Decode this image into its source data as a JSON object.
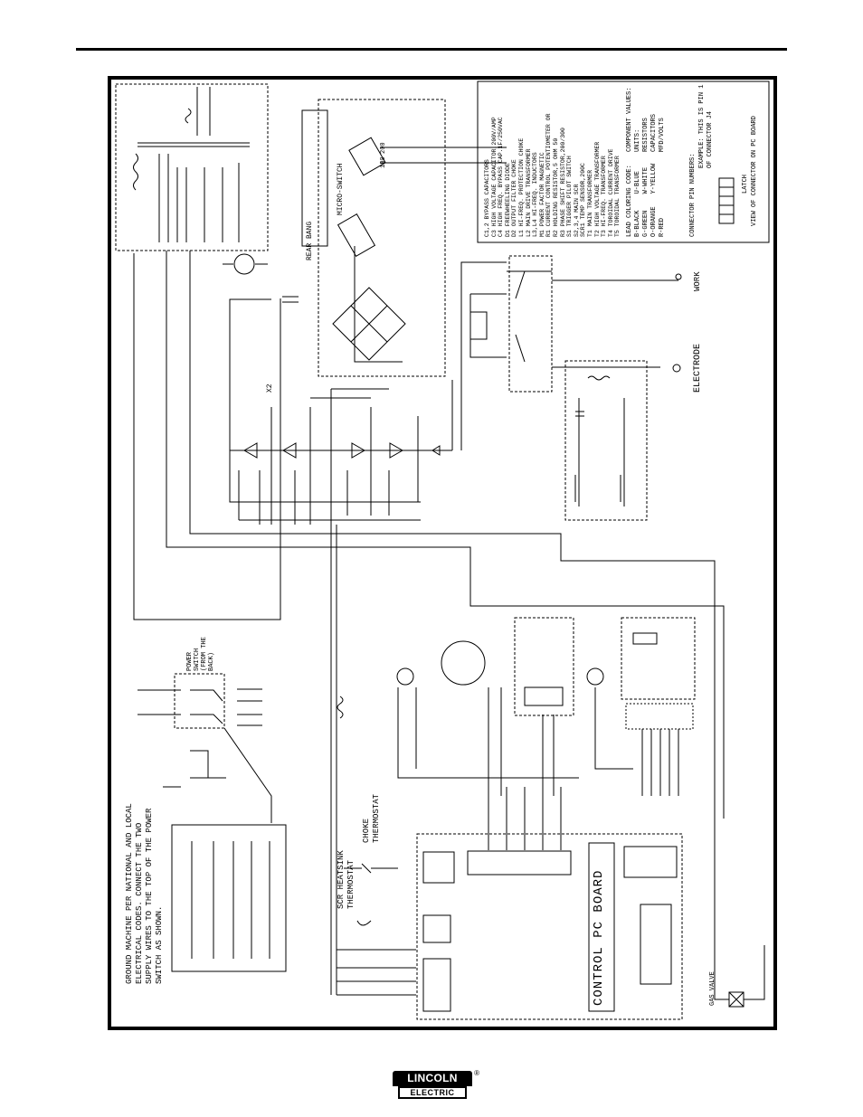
{
  "notes": {
    "ground_lines": [
      "GROUND MACHINE PER NATIONAL AND LOCAL",
      "ELECTRICAL CODES. CONNECT THE TWO",
      "SUPPLY WIRES TO THE TOP OF THE POWER",
      "SWITCH AS SHOWN."
    ]
  },
  "labels": {
    "power_switch": [
      "POWER",
      "SWITCH",
      "(FROM THE",
      "BACK)"
    ],
    "micro_switch": "MICRO-SWITCH",
    "rear_bang": "REAR BANG",
    "x2": "X2",
    "work": "WORK",
    "electrode": "ELECTRODE",
    "control_pc_board": "CONTROL PC BOARD",
    "scr_thermostat": [
      "SCR HEATSINK",
      "THERMOSTAT"
    ],
    "choke_thermostat": [
      "CHOKE",
      "THERMOSTAT"
    ],
    "gas_valve": "GAS VALVE",
    "micro_pins": [
      "200",
      "100"
    ]
  },
  "legend": {
    "designations": [
      "C1,2   BYPASS CAPACITORS",
      "C3     HIGH VOLTAGE CAPACITOR,200V/AMP",
      "C4     HIGH FREQ. BYPASS CAP.1F/250VAC",
      "D1     FREEWHEELING DIODE",
      "D2     OUTPUT FILTER CHOKE",
      "L1     HI-FREQ. PROTECTION CHOKE",
      "L2     MAIN DRIVE TRANSFORMER",
      "L3,L4  HI-FREQ. INDUCTORS",
      "M1     POWER FACTOR MAGNETIC",
      "R1     CURRENT CONTROL POTENTIOMETER OR",
      "R2     HOLDING RESISTOR,5 OHM 50",
      "R3     PHASE SHIFT RESISTOR,200/300",
      "S1     TRIGGER PILOT SWITCH",
      "S2,3,4 MAIN SCR",
      "SCR1   TEMP SENSOR,200C",
      "T1     MAIN TRANSFORMER",
      "T2     HIGH VOLTAGE TRANSFORMER",
      "T3     HI-FREQ. TRANSFORMER",
      "T4     TOROIDAL CURRENT DRIVE",
      "T5     TOROIDAL TRANSFORMER"
    ],
    "lead_color_title": "LEAD COLORING CODE:",
    "lead_colors": [
      "B-BLACK",
      "G-GREEN",
      "O-ORANGE",
      "R-RED",
      "U-BLUE",
      "W-WHITE",
      "Y-YELLOW"
    ],
    "component_values_title": "COMPONENT VALUES:",
    "component_values": [
      "UNITS:",
      "RESISTORS",
      "CAPACITORS",
      "MFD/VOLTS"
    ],
    "connector_title": "CONNECTOR PIN NUMBERS:",
    "connector_example": [
      "EXAMPLE: THIS IS PIN 1",
      "OF CONNECTOR J4"
    ],
    "connector_latch": "LATCH",
    "connector_view": "VIEW OF CONNECTOR ON PC BOARD"
  },
  "logo": {
    "top": "LINCOLN",
    "bottom": "ELECTRIC",
    "mark": "®"
  }
}
